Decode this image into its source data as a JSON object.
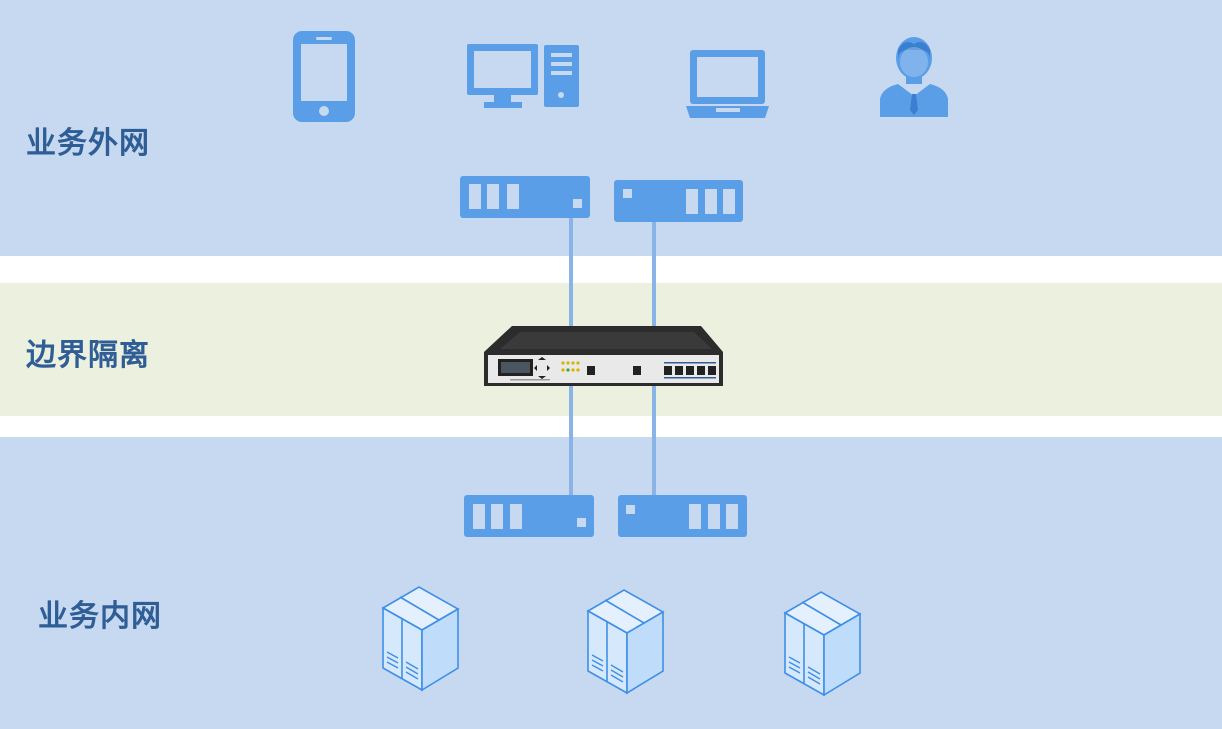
{
  "zones": {
    "outer_label": "业务外网",
    "middle_label": "边界隔离",
    "inner_label": "业务内网"
  },
  "colors": {
    "zone_blue": "#c6d9f1",
    "zone_green": "#ebf0df",
    "label": "#2f5d95",
    "icon_blue": "#5b9ee8",
    "link_line": "#8ab4e8",
    "server_fill": "#bfdcfb",
    "server_stroke": "#3f8fe6",
    "appliance_dark": "#2c2c2c"
  },
  "icons": {
    "external_clients": [
      "smartphone-icon",
      "desktop-computer-icon",
      "laptop-icon",
      "user-icon"
    ],
    "switches": [
      "switch-icon",
      "switch-icon",
      "switch-icon",
      "switch-icon"
    ],
    "gateway": "isolation-gateway-appliance-icon",
    "internal_servers": [
      "server-icon",
      "server-icon",
      "server-icon"
    ]
  }
}
